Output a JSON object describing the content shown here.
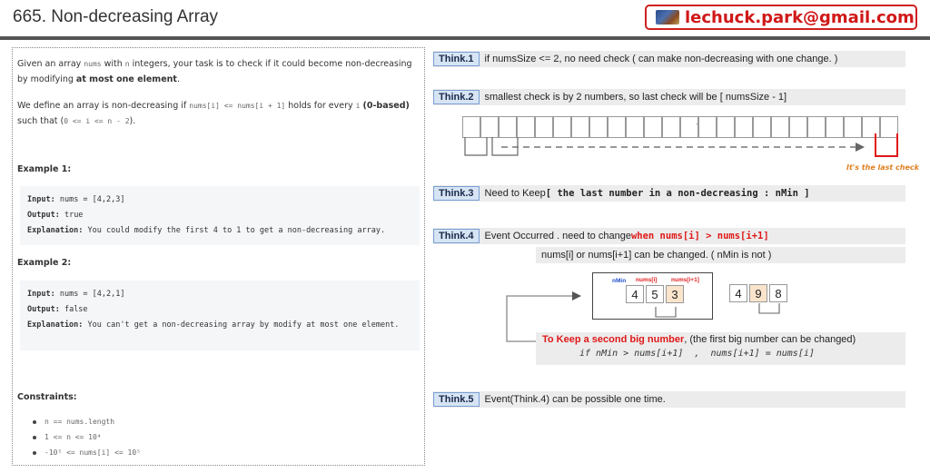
{
  "header": {
    "title": "665. Non-decreasing Array",
    "email": "lechuck.park@gmail.com"
  },
  "problem": {
    "p1_a": "Given an array ",
    "p1_code1": "nums",
    "p1_b": " with ",
    "p1_code2": "n",
    "p1_c": " integers, your task is to check if it could become non-decreasing by modifying ",
    "p1_bold": "at most one element",
    "p1_d": ".",
    "p2_a": "We define an array is non-decreasing if ",
    "p2_code1": "nums[i] <= nums[i + 1]",
    "p2_b": " holds for every ",
    "p2_code2": "i",
    "p2_bold": "(0-based)",
    "p2_c": " such that (",
    "p2_code3": "0 <= i <= n - 2",
    "p2_d": ").",
    "example1": {
      "heading": "Example 1:",
      "input_label": "Input:",
      "input": "nums = [4,2,3]",
      "output_label": "Output:",
      "output": "true",
      "explanation_label": "Explanation:",
      "explanation": "You could modify the first 4 to 1 to get a non-decreasing array."
    },
    "example2": {
      "heading": "Example 2:",
      "input_label": "Input:",
      "input": "nums = [4,2,1]",
      "output_label": "Output:",
      "output": "false",
      "explanation_label": "Explanation:",
      "explanation": "You can't get a non-decreasing array by modify at most one element."
    },
    "constraints_heading": "Constraints:",
    "constraints": [
      "n == nums.length",
      "1 <= n <= 10⁴",
      "-10⁵ <= nums[i] <= 10⁵"
    ]
  },
  "thinks": [
    {
      "tag": "Think.1",
      "text": "if numsSize <= 2, no need check ( can make non-decreasing with one change. )"
    },
    {
      "tag": "Think.2",
      "text": "smallest check is by 2 numbers, so last check will be [ numsSize - 1]"
    },
    {
      "tag": "Think.3",
      "text": "Need to Keep ",
      "bold": "[ the last number in a non-decreasing : nMin ]"
    },
    {
      "tag": "Think.4",
      "text": "Event Occurred . need to change ",
      "red": "when nums[i] > nums[i+1]"
    },
    {
      "tag": "Think.5",
      "text": "Event(Think.4) can be possible one time."
    }
  ],
  "think2_dot": ".",
  "last_check_label": "It's the last check",
  "think4_note": "nums[i] or nums[i+1] can be changed. ( nMin is not )",
  "demo": {
    "label_nmin": "nMin",
    "label_numsi": "nums[i]",
    "label_numsi1": "nums[i+1]",
    "left_values": [
      "4",
      "5",
      "3"
    ],
    "right_values": [
      "4",
      "9",
      "8"
    ]
  },
  "keep": {
    "red": "To Keep a second big number",
    "rest": ", (the first big number can be changed)",
    "code": "if nMin > nums[i+1]  ,  nums[i+1] = nums[i]"
  },
  "colors": {
    "accent_red": "#e01818",
    "tag_bg": "#d6e4f4",
    "highlight_cell": "#fbe4cc"
  }
}
